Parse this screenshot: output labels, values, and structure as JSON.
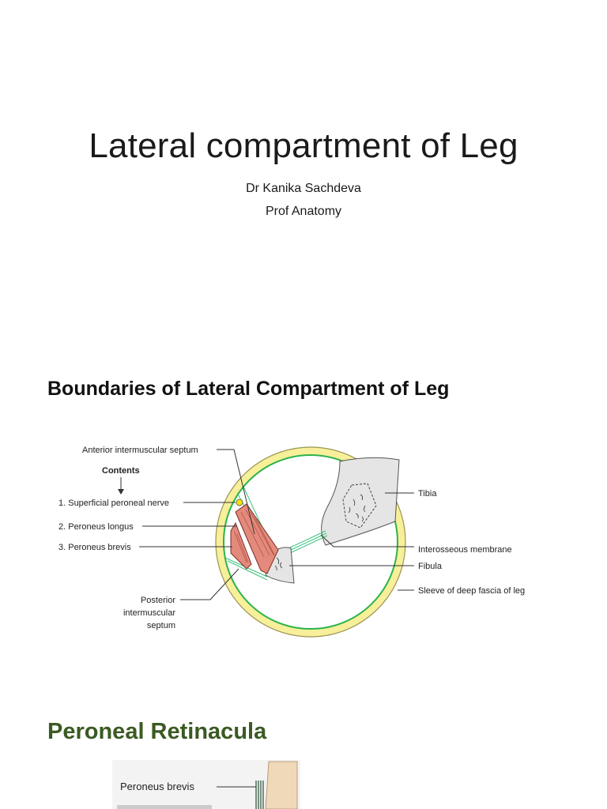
{
  "slide1": {
    "title": "Lateral compartment of Leg",
    "author": "Dr Kanika Sachdeva",
    "role": "Prof Anatomy"
  },
  "slide2": {
    "heading": "Boundaries of Lateral Compartment of Leg",
    "labels": {
      "anterior_septum": "Anterior intermuscular septum",
      "contents": "Contents",
      "item1": "1. Superficial peroneal nerve",
      "item2": "2. Peroneus longus",
      "item3": "3. Peroneus brevis",
      "posterior_line1": "Posterior",
      "posterior_line2": "intermuscular",
      "posterior_line3": "septum",
      "tibia": "Tibia",
      "interosseous": "Interosseous membrane",
      "fibula": "Fibula",
      "sleeve": "Sleeve of deep fascia of leg"
    },
    "colors": {
      "fascia_ring": "#f7ef9a",
      "fascia_outline": "#2db34a",
      "muscle": "#e48a7c",
      "nerve": "#f5e400",
      "bone": "#e5e5e5",
      "septum": "#39c17d"
    }
  },
  "slide3": {
    "heading": "Peroneal Retinacula",
    "label_peroneus_brevis": "Peroneus brevis"
  }
}
